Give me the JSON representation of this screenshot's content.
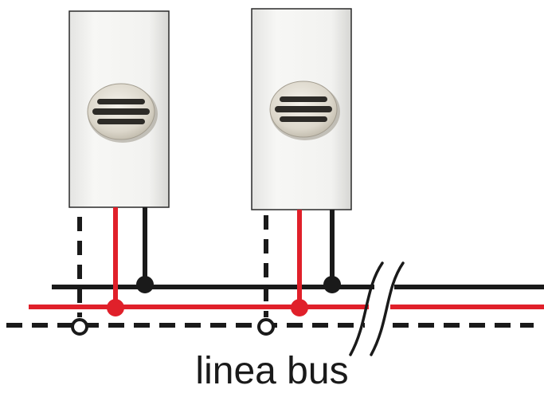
{
  "caption": "linea bus",
  "colors": {
    "black_wire": "#1a1a1a",
    "red_wire": "#e0202a",
    "dashed_wire": "#1a1a1a",
    "module_body": "#f3f3f1",
    "module_outline": "#2a2a2a",
    "knob_face": "#e6e2d8",
    "background": "#ffffff"
  },
  "modules": [
    {
      "id": "module-1",
      "icon": "sensor-module-icon"
    },
    {
      "id": "module-2",
      "icon": "sensor-module-icon"
    }
  ],
  "wires": [
    "black-bus-line",
    "red-bus-line",
    "dashed-line"
  ]
}
